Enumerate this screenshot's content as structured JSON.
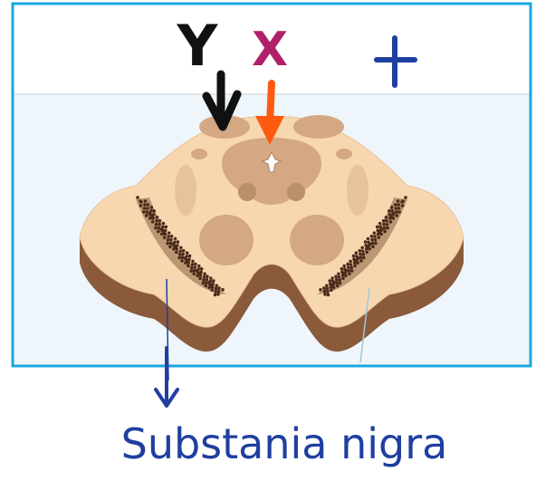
{
  "labels": {
    "y_mark": "Y",
    "x_mark": "X",
    "caption": "Substania nigra"
  },
  "colors": {
    "frame": "#1aa7e0",
    "lower_panel": "#eef6fb",
    "tissue": "#f7d7b0",
    "tissue_shadow": "#8a5a3a",
    "nucleus": "#d4a882",
    "nigra_dots": "#4a2a1a",
    "ink_black": "#111111",
    "ink_magenta": "#b0206a",
    "ink_blue": "#1f3fa0",
    "arrow_orange": "#ff5a10"
  },
  "icons": [
    "plus-mark-icon",
    "black-arrow-icon",
    "orange-arrow-icon",
    "blue-arrow-icon"
  ]
}
